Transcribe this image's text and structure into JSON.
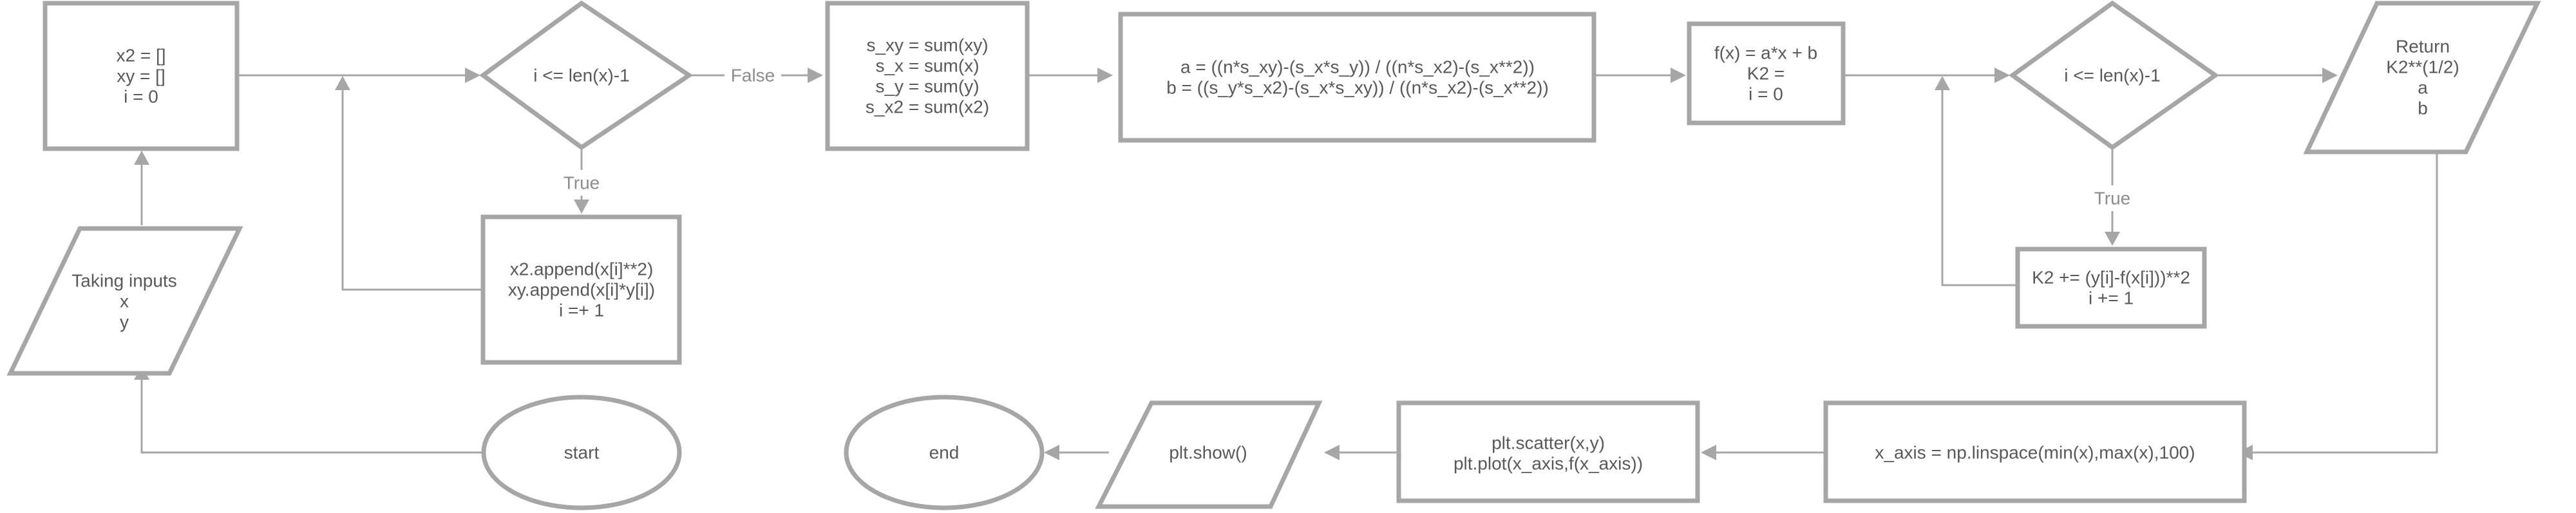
{
  "nodes": {
    "init1": [
      "x2 = []",
      "xy = []",
      "i = 0"
    ],
    "cond1": [
      "i <= len(x)-1"
    ],
    "sums": [
      "s_xy = sum(xy)",
      "s_x = sum(x)",
      "s_y = sum(y)",
      "s_x2 = sum(x2)"
    ],
    "coef": [
      "a = ((n*s_xy)-(s_x*s_y)) / ((n*s_x2)-(s_x**2))",
      "b = ((s_y*s_x2)-(s_x*s_xy)) / ((n*s_x2)-(s_x**2))"
    ],
    "init2": [
      "f(x) = a*x + b",
      "K2 =",
      "i = 0"
    ],
    "cond2": [
      "i <= len(x)-1"
    ],
    "ret": [
      "Return",
      "K2**(1/2)",
      "a",
      "b"
    ],
    "inputs": [
      "Taking inputs",
      "x",
      "y"
    ],
    "loop1": [
      "x2.append(x[i]**2)",
      "xy.append(x[i]*y[i])",
      "i =+ 1"
    ],
    "loop2": [
      "K2 += (y[i]-f(x[i]))**2",
      "i += 1"
    ],
    "start": [
      "start"
    ],
    "xaxis": [
      "x_axis = np.linspace(min(x),max(x),100)"
    ],
    "plot": [
      "plt.scatter(x,y)",
      "plt.plot(x_axis,f(x_axis))"
    ],
    "show": [
      "plt.show()"
    ],
    "end": [
      "end"
    ]
  },
  "edge_labels": {
    "false": "False",
    "true1": "True",
    "true2": "True"
  },
  "colors": {
    "stroke": "#a6a6a6",
    "text": "#595959",
    "label": "#8c8c8c",
    "background": "#ffffff"
  }
}
